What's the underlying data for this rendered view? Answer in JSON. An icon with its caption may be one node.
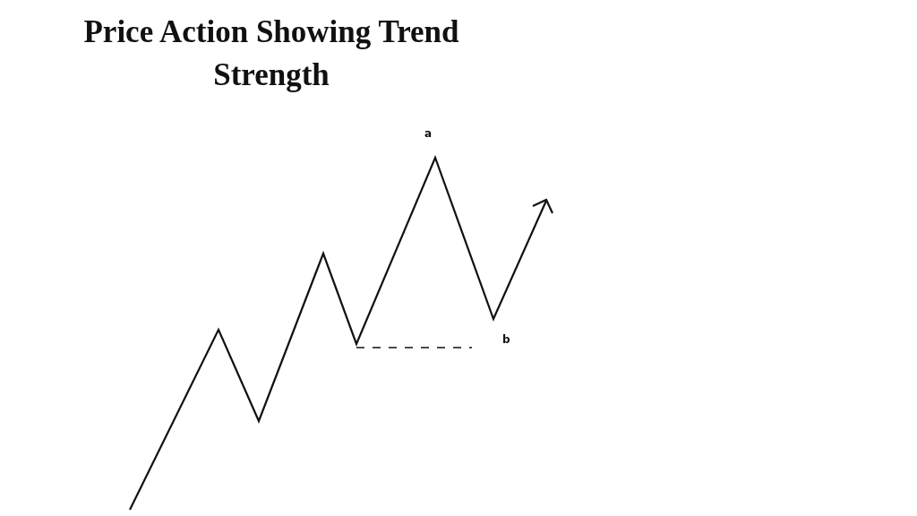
{
  "diagram": {
    "title": "Price Action Showing Trend Strength",
    "labels": [
      "a",
      "b"
    ]
  }
}
